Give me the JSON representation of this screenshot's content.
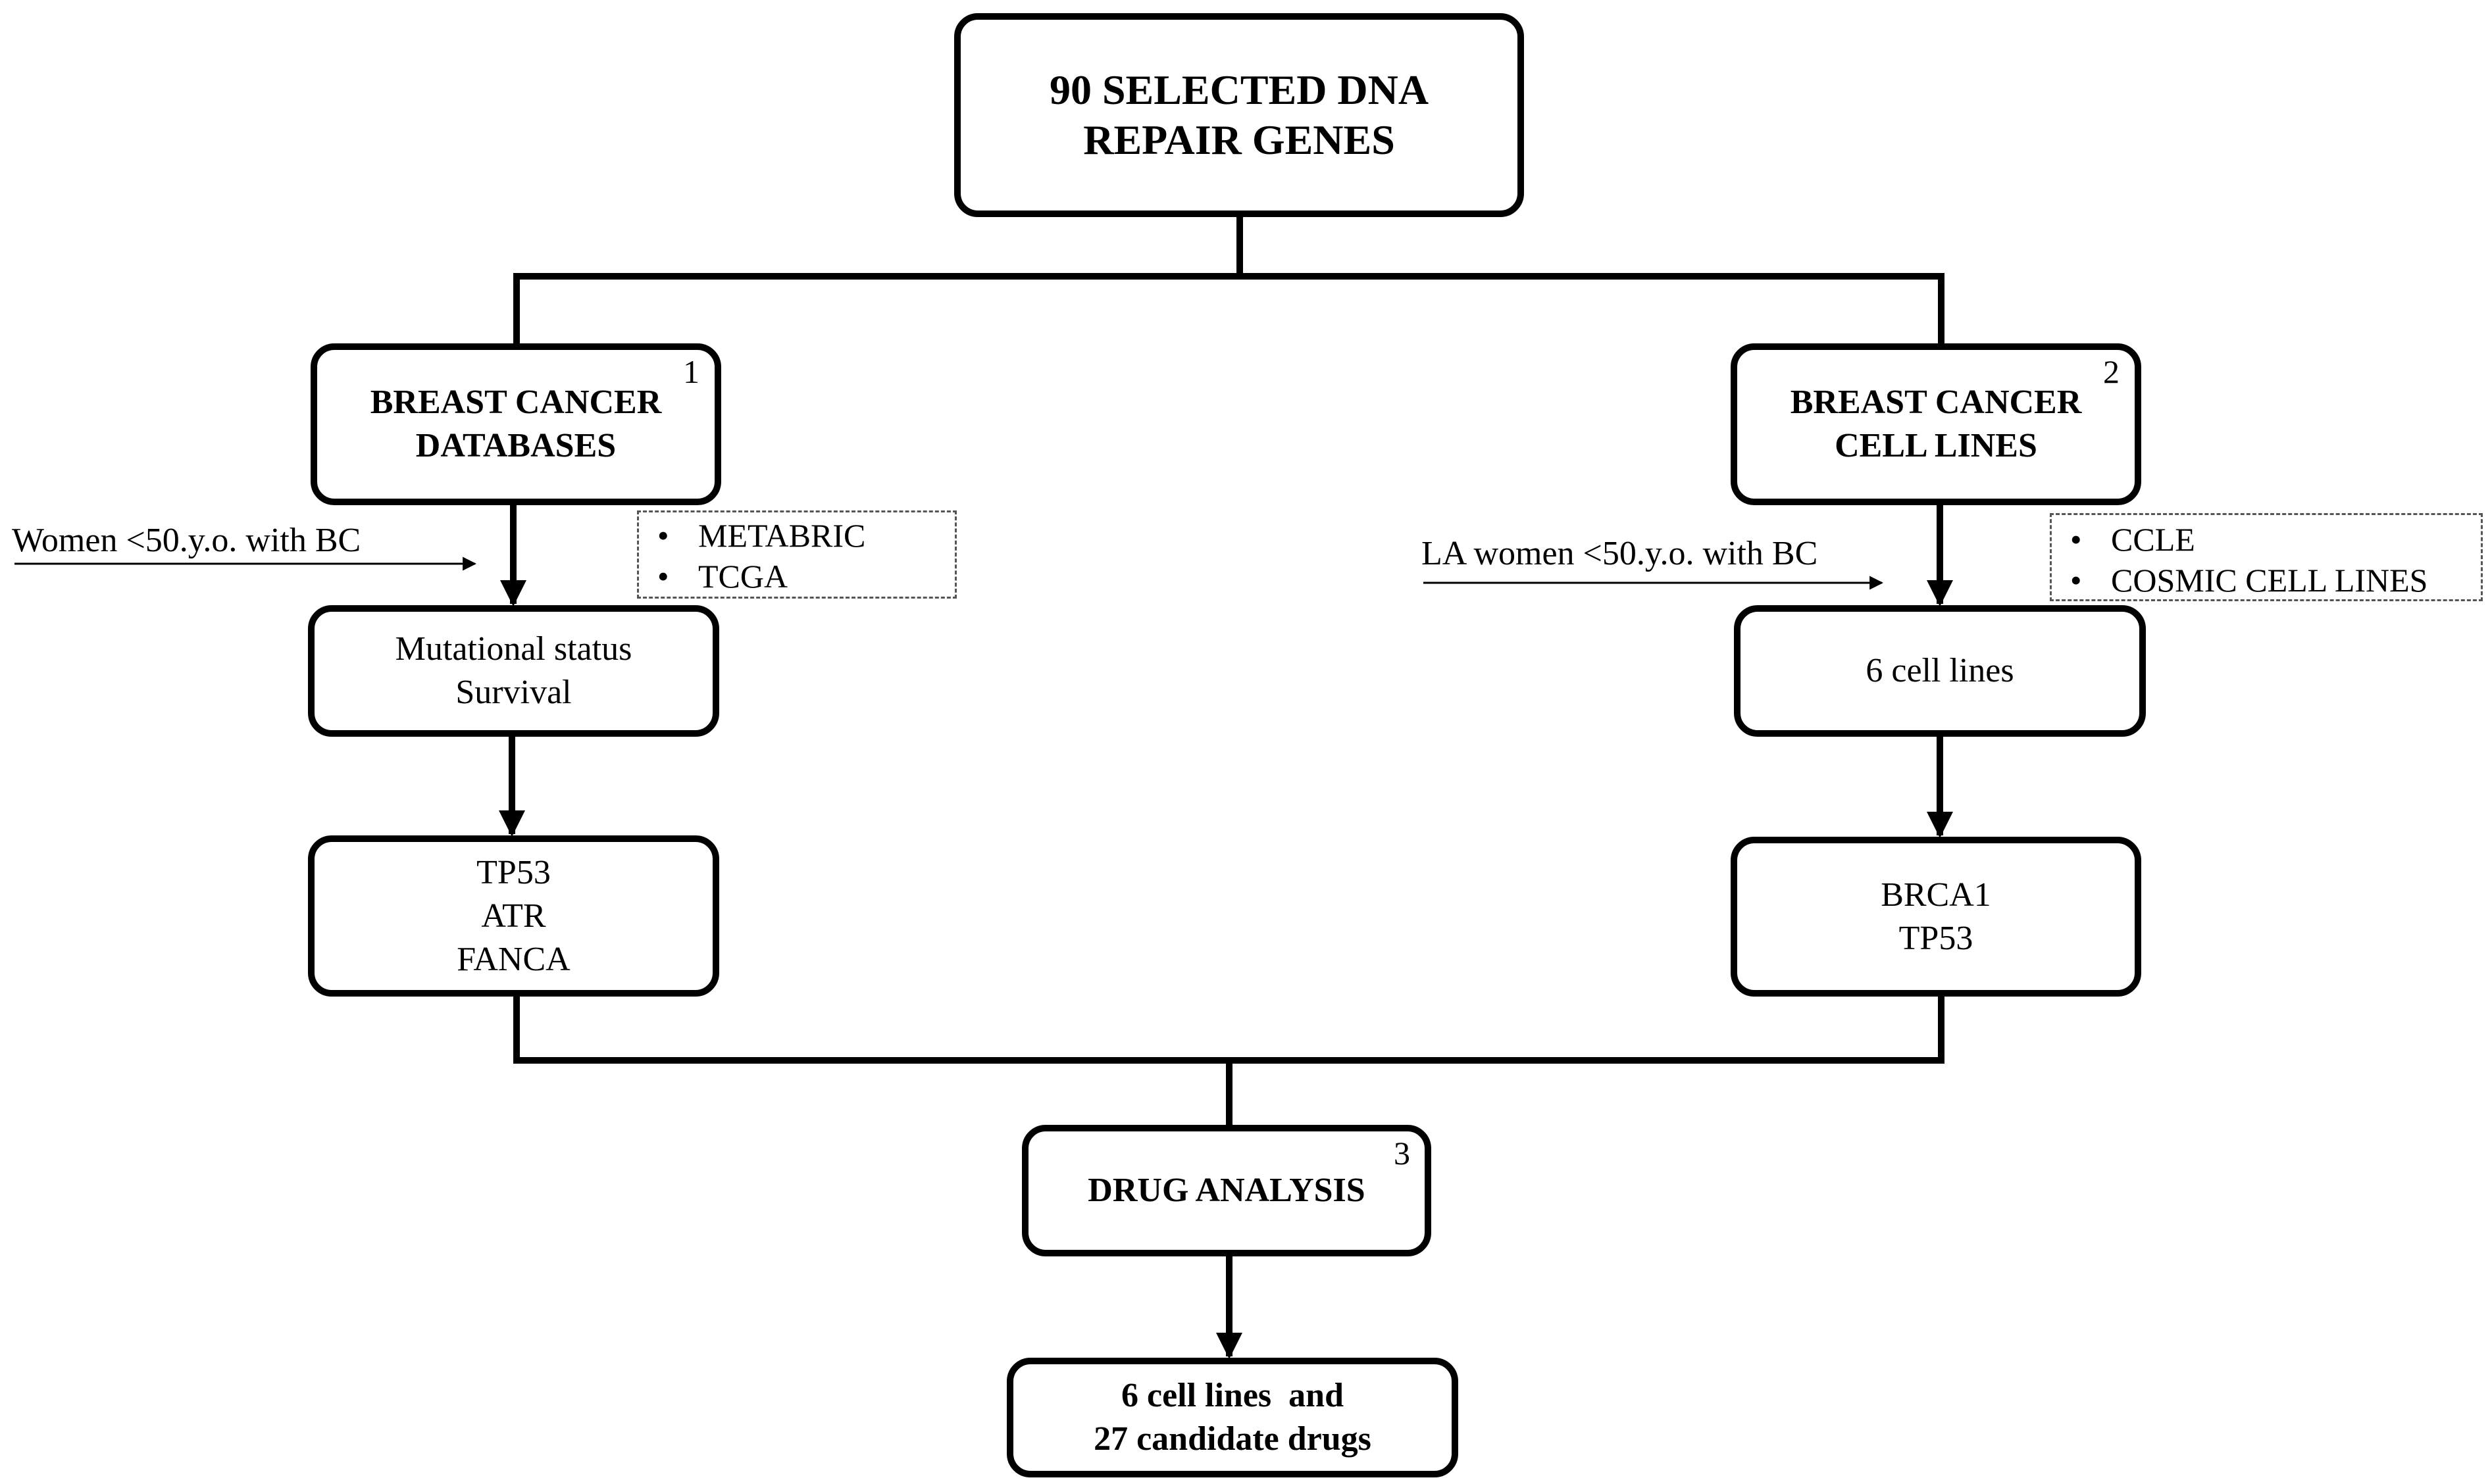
{
  "top": {
    "lines": [
      "90 SELECTED DNA",
      "REPAIR GENES"
    ]
  },
  "left": {
    "title": [
      "BREAST CANCER",
      "DATABASES"
    ],
    "step": "1",
    "side_label": "Women <50.y.o. with BC",
    "sources": [
      "METABRIC",
      "TCGA"
    ],
    "criteria": [
      "Mutational status",
      "Survival"
    ],
    "genes": [
      "TP53",
      "ATR",
      "FANCA"
    ]
  },
  "right": {
    "title": [
      "BREAST CANCER",
      "CELL LINES"
    ],
    "step": "2",
    "side_label": "LA women <50.y.o. with BC",
    "sources": [
      "CCLE",
      "COSMIC CELL LINES"
    ],
    "cell_lines": [
      "6 cell lines"
    ],
    "genes": [
      "BRCA1",
      "TP53"
    ]
  },
  "drug": {
    "title": [
      "DRUG ANALYSIS"
    ],
    "step": "3"
  },
  "result": {
    "lines": [
      "6 cell lines  and",
      "27 candidate drugs"
    ]
  }
}
